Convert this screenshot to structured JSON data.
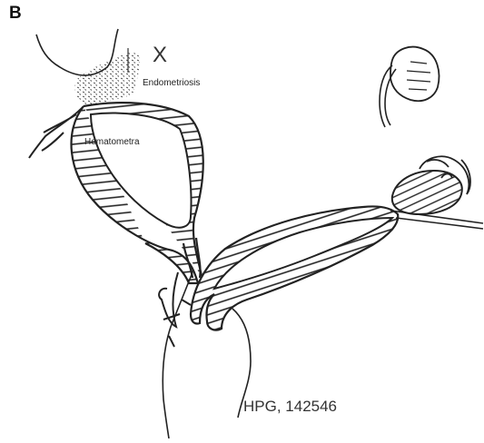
{
  "figure": {
    "panel_letter": "B",
    "labels": {
      "endometriosis": "Endometriosis",
      "hematometra": "Hematometra",
      "mark_x": "X",
      "specimen_id": "HPG, 142546"
    },
    "colors": {
      "ink": "#222222",
      "background": "#ffffff"
    }
  }
}
